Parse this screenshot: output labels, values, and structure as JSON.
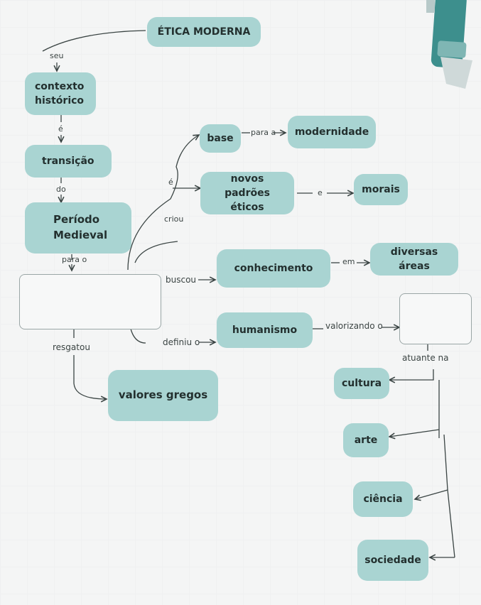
{
  "nodes": {
    "title": "ÉTICA MODERNA",
    "contexto_historico": "contexto histórico",
    "transicao": "transição",
    "periodo_medieval": "Período Medieval",
    "base": "base",
    "modernidade": "modernidade",
    "novos_padroes": "novos padrões éticos",
    "morais": "morais",
    "conhecimento": "conhecimento",
    "diversas_areas": "diversas áreas",
    "humanismo": "humanismo",
    "valores_gregos": "valores gregos",
    "cultura": "cultura",
    "arte": "arte",
    "ciencia": "ciência",
    "sociedade": "sociedade"
  },
  "links": {
    "seu": "seu",
    "e_upper": "é",
    "do": "do",
    "para_o": "para o",
    "para_a": "para a",
    "e_middle": "é",
    "criou": "criou",
    "e_conj": "e",
    "em": "em",
    "buscou": "buscou",
    "resgatou": "resgatou",
    "definiu_o": "definiu o",
    "valorizando_o": "valorizando o",
    "atuante_na": "atuante na"
  },
  "colors": {
    "node_fill": "#a9d4d2",
    "line": "#3a4443",
    "empty_box_border": "#9aa6a6"
  }
}
